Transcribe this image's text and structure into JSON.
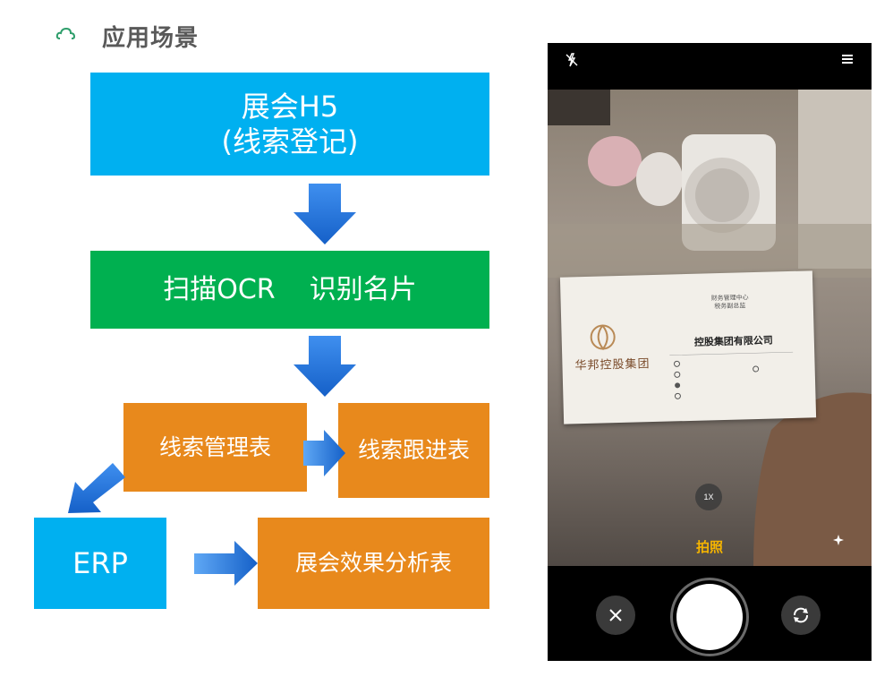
{
  "header": {
    "title": "应用场景"
  },
  "flow": {
    "h5_line1": "展会H5",
    "h5_line2": "(线索登记)",
    "ocr": "扫描OCR    识别名片",
    "lead_mgmt": "线索管理表",
    "lead_follow": "线索跟进表",
    "erp": "ERP",
    "analysis": "展会效果分析表"
  },
  "phone": {
    "card_logo": "华邦控股集团",
    "card_title_line1": "财务管理中心",
    "card_title_line2": "税务副总监",
    "card_company": "控股集团有限公司",
    "zoom": "1X",
    "mode_label": "拍照"
  },
  "colors": {
    "blue": "#00B0F0",
    "green": "#00B050",
    "orange": "#E8891C",
    "arrow_blue": "#1F6FD8",
    "accent_yellow": "#F5B400"
  }
}
